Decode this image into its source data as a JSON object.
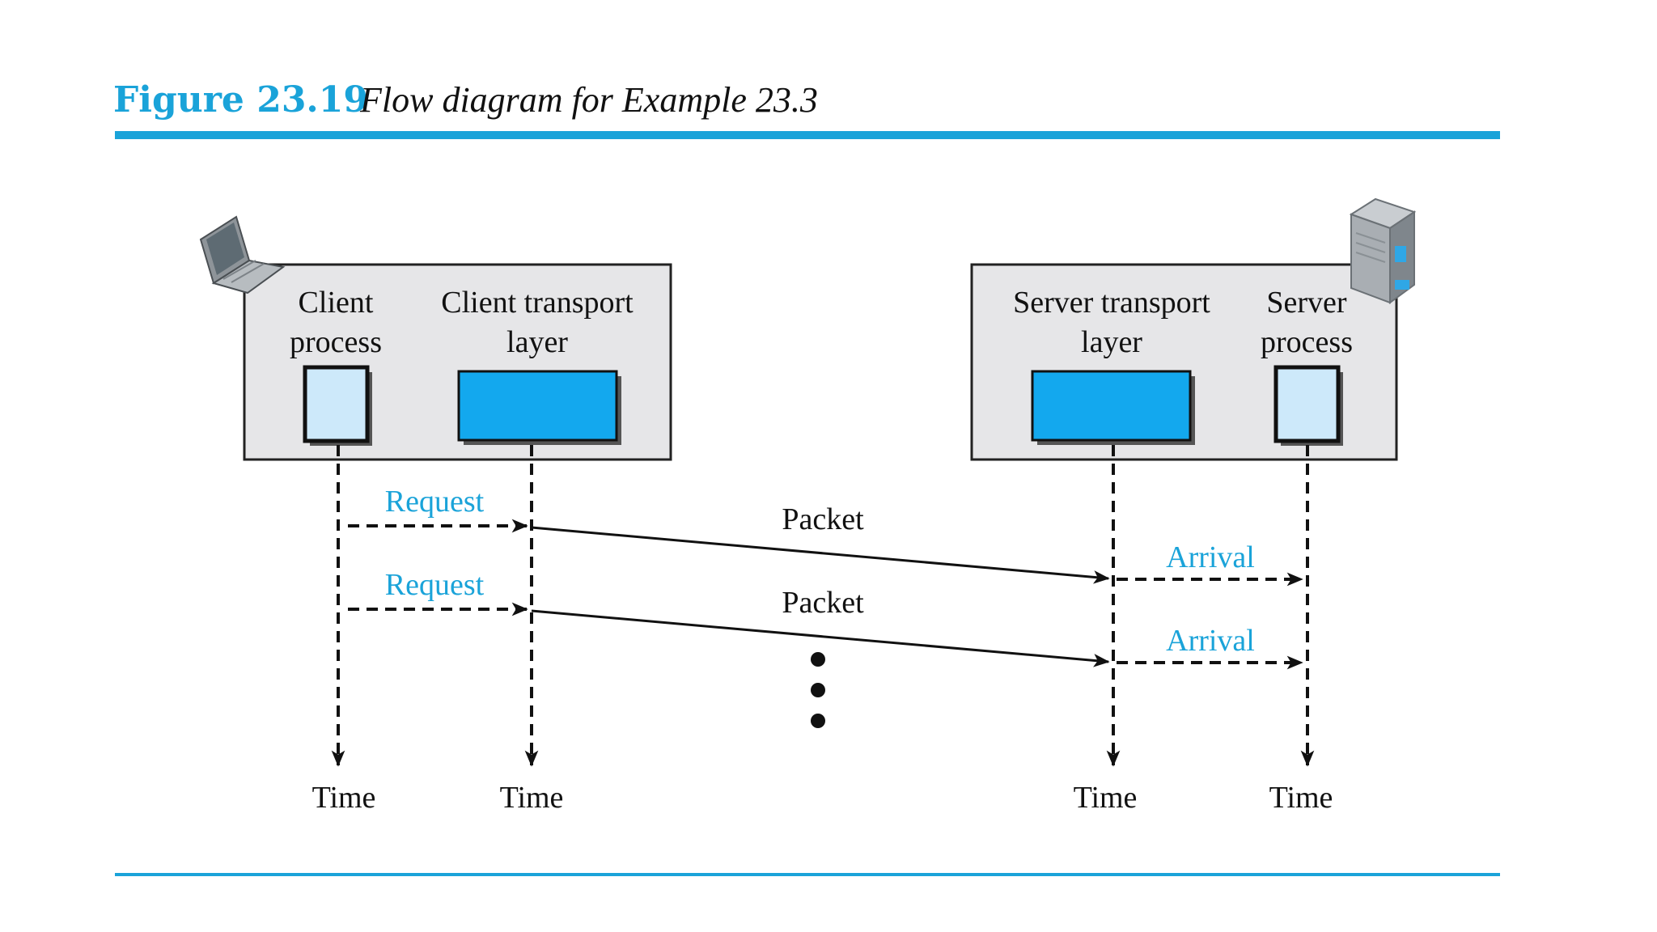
{
  "figure": {
    "number": "Figure 23.19",
    "caption": "Flow diagram for Example 23.3",
    "accent_color": "#1aa3d9"
  },
  "client_host": {
    "icon": "laptop-icon",
    "process_label_line1": "Client",
    "process_label_line2": "process",
    "transport_label_line1": "Client transport",
    "transport_label_line2": "layer"
  },
  "server_host": {
    "icon": "server-tower-icon",
    "transport_label_line1": "Server transport",
    "transport_label_line2": "layer",
    "process_label_line1": "Server",
    "process_label_line2": "process"
  },
  "messages": {
    "request_1": "Request",
    "request_2": "Request",
    "packet_1": "Packet",
    "packet_2": "Packet",
    "arrival_1": "Arrival",
    "arrival_2": "Arrival"
  },
  "timelines": {
    "client_process": "Time",
    "client_transport": "Time",
    "server_transport": "Time",
    "server_process": "Time"
  },
  "colors": {
    "box_fill": "#e6e6e8",
    "process_fill": "#cde9fa",
    "transport_fill": "#13a8ee"
  }
}
